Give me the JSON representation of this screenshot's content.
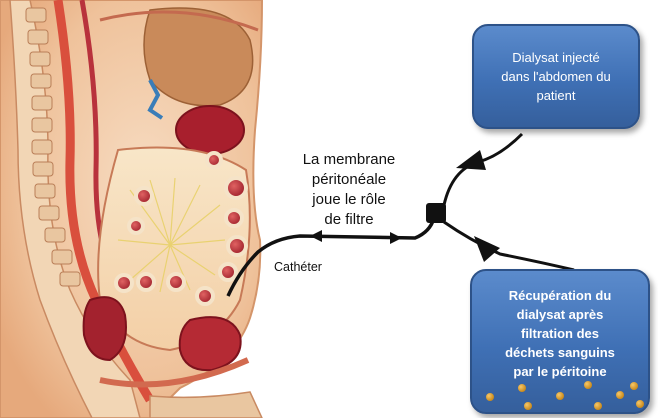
{
  "labels": {
    "membrane": [
      "La membrane",
      "péritonéale",
      "joue le rôle",
      "de filtre"
    ],
    "catheter": "Cathéter"
  },
  "boxes": {
    "top": [
      "Dialysat injecté",
      "dans l'abdomen du",
      "patient"
    ],
    "bottom": [
      "Récupération du",
      "dialysat après",
      "filtration des",
      "déchets sanguins",
      "par le péritoine"
    ]
  },
  "colors": {
    "box_fill": "#4a7bbf",
    "box_border": "#2d5288",
    "body_skin": "#f2c39a",
    "spine": "#d94f3d",
    "organ_red": "#b9303a",
    "connector": "#111111",
    "waste_particles": "#d99a2b"
  }
}
